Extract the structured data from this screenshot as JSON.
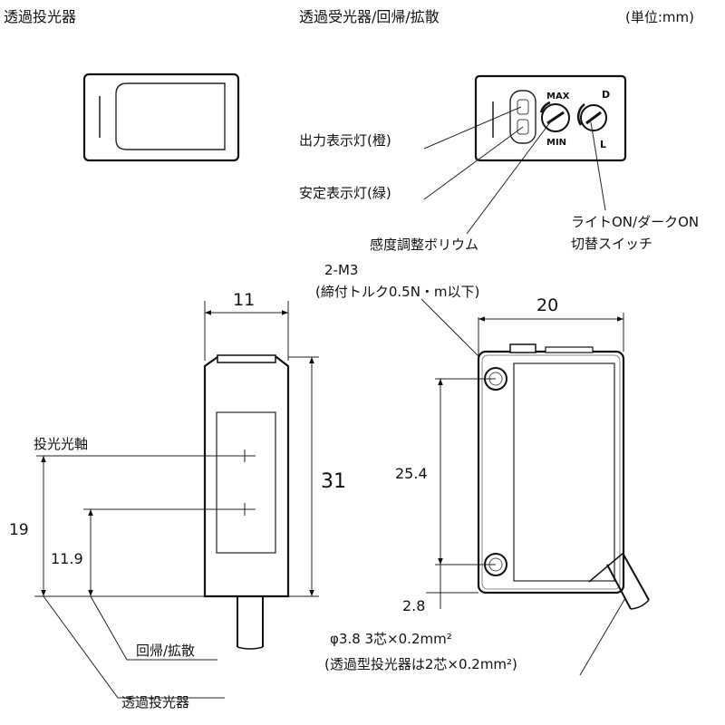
{
  "headers": {
    "transmitter": "透過投光器",
    "receiver_retro_diffuse": "透過受光器/回帰/拡散",
    "unit": "(単位:mm)"
  },
  "callouts": {
    "output_indicator": "出力表示灯(橙)",
    "stability_indicator": "安定表示灯(緑)",
    "sensitivity_volume": "感度調整ボリウム",
    "light_dark_switch_line1": "ライトON/ダークON",
    "light_dark_switch_line2": "切替スイッチ",
    "mount_screw_line1": "2-M3",
    "mount_screw_line2": "(締付トルク0.5N・m以下)",
    "optical_axis": "投光光軸",
    "retro_diffuse": "回帰/拡散",
    "transmitter_bottom": "透過投光器",
    "cable_line1": "φ3.8 3芯×0.2mm²",
    "cable_line2": "(透過型投光器は2芯×0.2mm²)"
  },
  "panel_labels": {
    "max": "MAX",
    "min": "MIN",
    "d": "D",
    "l": "L"
  },
  "dimensions": {
    "width_front": "11",
    "height_front": "31",
    "width_side": "20",
    "hole_pitch": "25.4",
    "hole_offset": "2.8",
    "axis_transmit": "19",
    "axis_retro": "11.9"
  }
}
